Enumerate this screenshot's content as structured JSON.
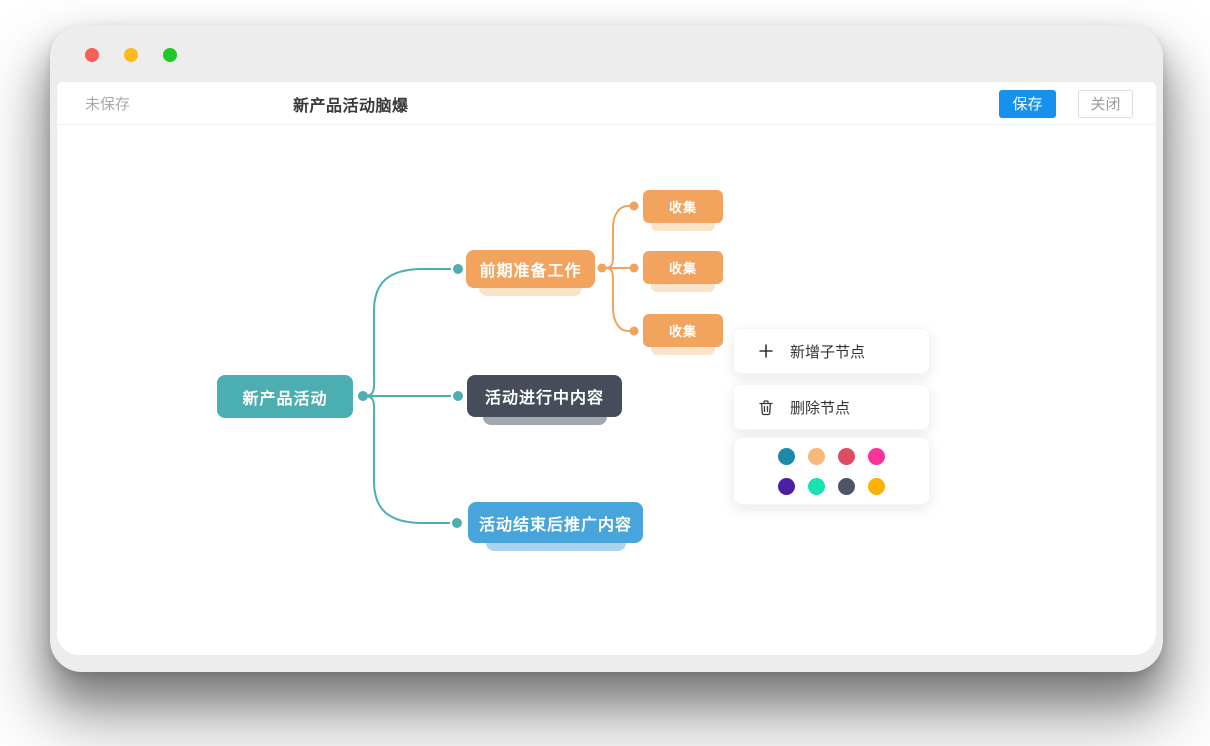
{
  "window": {
    "traffic_lights": [
      {
        "name": "close",
        "color": "#F95E57"
      },
      {
        "name": "minimize",
        "color": "#FBBB1D"
      },
      {
        "name": "maximize",
        "color": "#22C826"
      }
    ],
    "header": {
      "status": "未保存",
      "title": "新产品活动脑爆",
      "save_label": "保存",
      "close_label": "关闭",
      "save_color": "#1692EE"
    }
  },
  "mindmap": {
    "root": {
      "label": "新产品活动",
      "color": "#4BAEB0"
    },
    "branches": [
      {
        "label": "前期准备工作",
        "color": "#F2A45F",
        "shadow": "#FBE3CA",
        "children": [
          {
            "label": "收集",
            "color": "#F2A45F",
            "shadow": "#FBE3CA"
          },
          {
            "label": "收集",
            "color": "#F2A45F",
            "shadow": "#FBE3CA"
          },
          {
            "label": "收集",
            "color": "#F2A45F",
            "shadow": "#FBE3CA"
          }
        ]
      },
      {
        "label": "活动进行中内容",
        "color": "#474C5B",
        "shadow": "#A3A7B0"
      },
      {
        "label": "活动结束后推广内容",
        "color": "#48A5DC",
        "shadow": "#A9D4EE"
      }
    ],
    "connector_colors": {
      "teal": "#4BAFB2",
      "orange": "#F0A35C"
    }
  },
  "context_menu": {
    "items": [
      {
        "icon": "plus-icon",
        "label": "新增子节点"
      },
      {
        "icon": "trash-icon",
        "label": "删除节点"
      }
    ],
    "palette": [
      "#1C89A9",
      "#F8B878",
      "#DC4C63",
      "#F9339A",
      "#4C20A4",
      "#17E3B2",
      "#4E5366",
      "#FCB305"
    ]
  }
}
